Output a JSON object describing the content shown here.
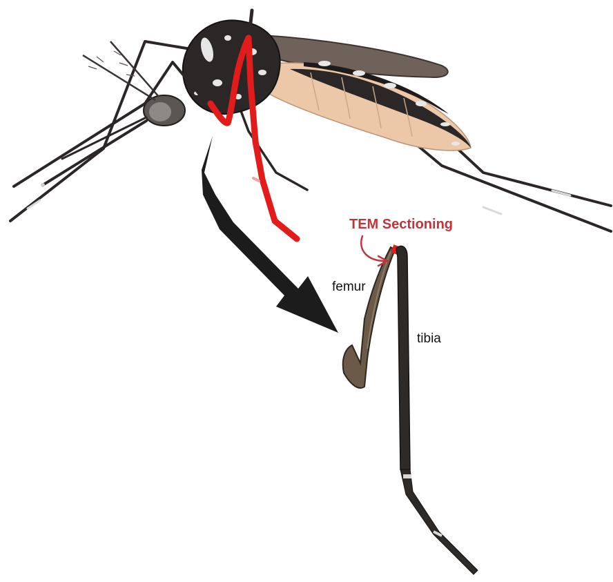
{
  "labels": {
    "sectioning": "TEM Sectioning",
    "femur": "femur",
    "tibia": "tibia"
  },
  "colors": {
    "highlight_leg": "#e21b1b",
    "label_accent": "#c0353a",
    "body_dark": "#2b2726",
    "abdomen": "#ecc8a8",
    "leg_brown": "#5a4a3c",
    "arrow": "#1c1c1c"
  }
}
